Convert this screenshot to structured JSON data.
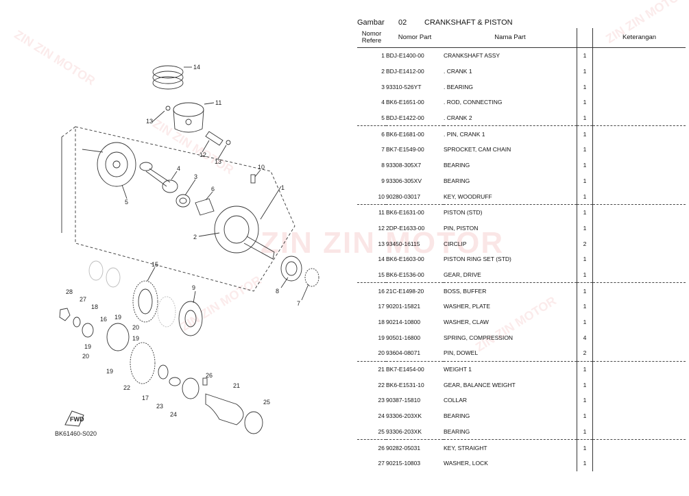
{
  "header": {
    "gambar_label": "Gambar",
    "gambar_number": "02",
    "title": "CRANKSHAFT & PISTON"
  },
  "columns": {
    "ref": "Nomor Refere",
    "part_no": "Nomor Part",
    "name": "Nama Part",
    "qty": "",
    "note": "Keterangan"
  },
  "parts": [
    {
      "ref": "1",
      "part_no": "BDJ-E1400-00",
      "name": "CRANKSHAFT ASSY",
      "qty": "1"
    },
    {
      "ref": "2",
      "part_no": "BDJ-E1412-00",
      "name": ". CRANK 1",
      "qty": "1"
    },
    {
      "ref": "3",
      "part_no": "93310-526YT",
      "name": ". BEARING",
      "qty": "1"
    },
    {
      "ref": "4",
      "part_no": "BK6-E1651-00",
      "name": ". ROD, CONNECTING",
      "qty": "1"
    },
    {
      "ref": "5",
      "part_no": "BDJ-E1422-00",
      "name": ". CRANK 2",
      "qty": "1"
    },
    {
      "ref": "6",
      "part_no": "BK6-E1681-00",
      "name": ". PIN, CRANK 1",
      "qty": "1"
    },
    {
      "ref": "7",
      "part_no": "BK7-E1549-00",
      "name": "SPROCKET, CAM CHAIN",
      "qty": "1"
    },
    {
      "ref": "8",
      "part_no": "93308-305X7",
      "name": "BEARING",
      "qty": "1"
    },
    {
      "ref": "9",
      "part_no": "93306-305XV",
      "name": "BEARING",
      "qty": "1"
    },
    {
      "ref": "10",
      "part_no": "90280-03017",
      "name": "KEY, WOODRUFF",
      "qty": "1"
    },
    {
      "ref": "11",
      "part_no": "BK6-E1631-00",
      "name": "PISTON (STD)",
      "qty": "1"
    },
    {
      "ref": "12",
      "part_no": "2DP-E1633-00",
      "name": "PIN, PISTON",
      "qty": "1"
    },
    {
      "ref": "13",
      "part_no": "93450-16115",
      "name": "CIRCLIP",
      "qty": "2"
    },
    {
      "ref": "14",
      "part_no": "BK6-E1603-00",
      "name": "PISTON RING SET (STD)",
      "qty": "1"
    },
    {
      "ref": "15",
      "part_no": "BK6-E1536-00",
      "name": "GEAR, DRIVE",
      "qty": "1"
    },
    {
      "ref": "16",
      "part_no": "21C-E1498-20",
      "name": "BOSS, BUFFER",
      "qty": "1"
    },
    {
      "ref": "17",
      "part_no": "90201-15821",
      "name": "WASHER, PLATE",
      "qty": "1"
    },
    {
      "ref": "18",
      "part_no": "90214-10800",
      "name": "WASHER, CLAW",
      "qty": "1"
    },
    {
      "ref": "19",
      "part_no": "90501-16800",
      "name": "SPRING, COMPRESSION",
      "qty": "4"
    },
    {
      "ref": "20",
      "part_no": "93604-08071",
      "name": "PIN, DOWEL",
      "qty": "2"
    },
    {
      "ref": "21",
      "part_no": "BK7-E1454-00",
      "name": "WEIGHT 1",
      "qty": "1"
    },
    {
      "ref": "22",
      "part_no": "BK6-E1531-10",
      "name": "GEAR, BALANCE WEIGHT",
      "qty": "1"
    },
    {
      "ref": "23",
      "part_no": "90387-15810",
      "name": "COLLAR",
      "qty": "1"
    },
    {
      "ref": "24",
      "part_no": "93306-203XK",
      "name": "BEARING",
      "qty": "1"
    },
    {
      "ref": "25",
      "part_no": "93306-203XK",
      "name": "BEARING",
      "qty": "1"
    },
    {
      "ref": "26",
      "part_no": "90282-05031",
      "name": "KEY, STRAIGHT",
      "qty": "1"
    },
    {
      "ref": "27",
      "part_no": "90215-10803",
      "name": "WASHER, LOCK",
      "qty": "1"
    }
  ],
  "diagram": {
    "callouts": [
      "1",
      "2",
      "3",
      "4",
      "5",
      "6",
      "7",
      "8",
      "9",
      "10",
      "11",
      "12",
      "13",
      "14",
      "15",
      "16",
      "17",
      "18",
      "19",
      "20",
      "21",
      "22",
      "23",
      "24",
      "25",
      "26",
      "27",
      "28"
    ],
    "fwd_label": "FWD",
    "figure_code": "BK61460-S020"
  },
  "watermark": {
    "brand": "ZIN ZIN MOTOR",
    "color": "#dc3c3c"
  }
}
